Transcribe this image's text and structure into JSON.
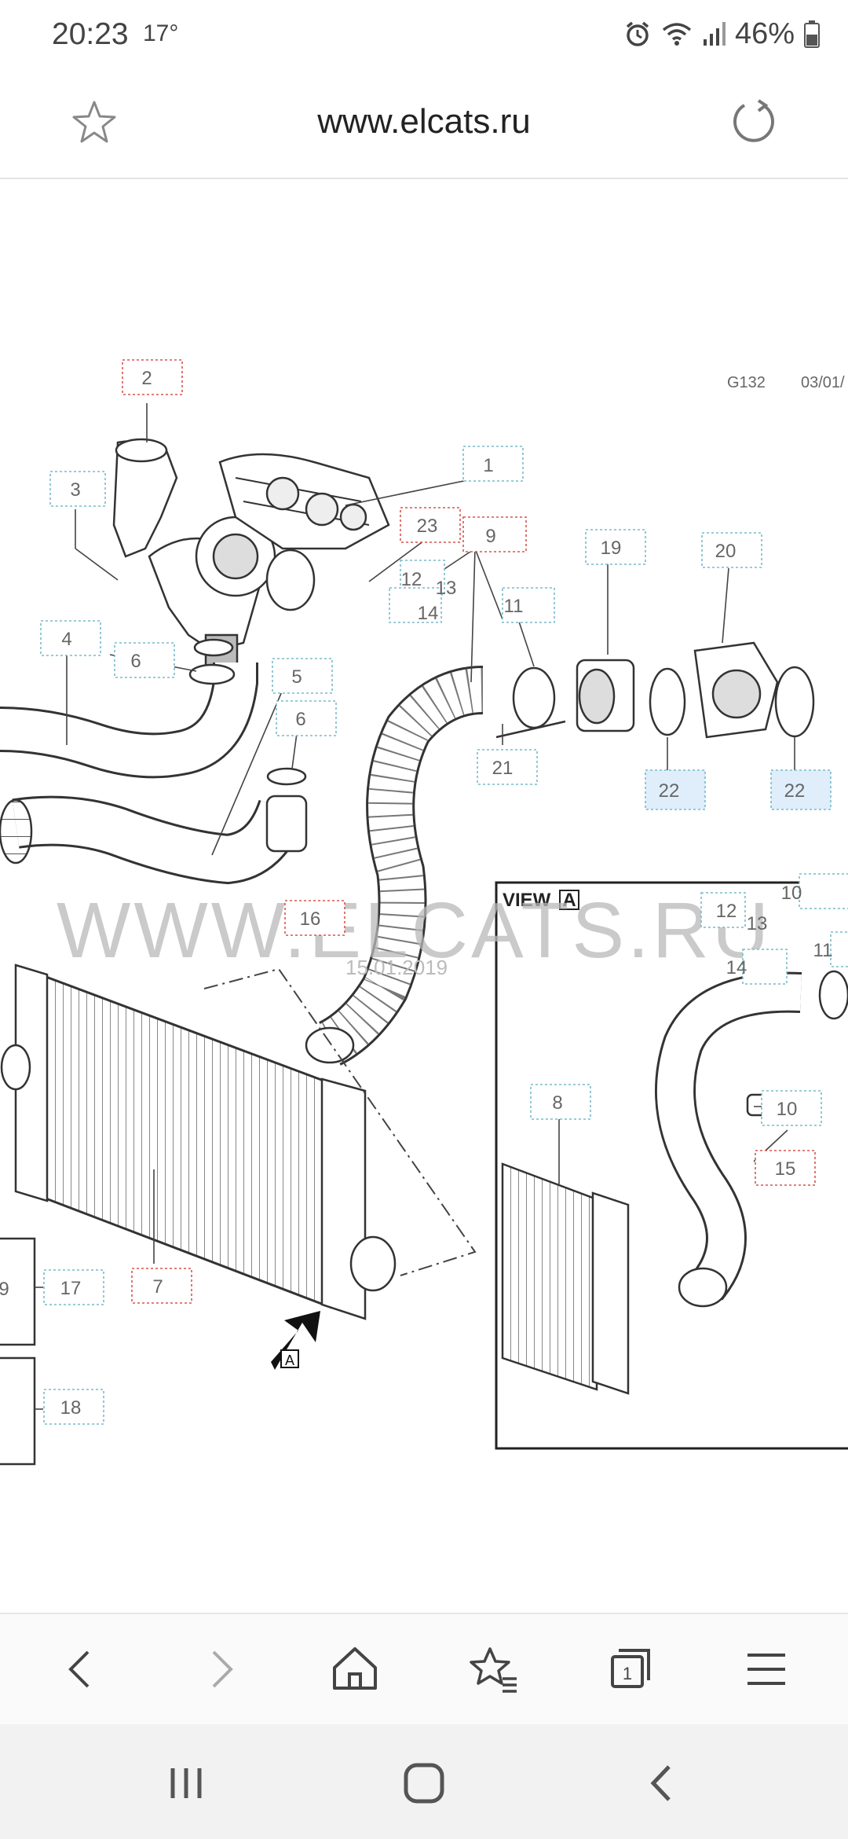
{
  "status_bar": {
    "time": "20:23",
    "temperature": "17°",
    "battery": "46%",
    "icons": [
      "alarm-icon",
      "wifi-icon",
      "signal-icon",
      "battery-icon"
    ]
  },
  "browser": {
    "url": "www.elcats.ru",
    "icons": [
      "star-icon",
      "reload-icon"
    ]
  },
  "diagram": {
    "code": "G132",
    "date_code": "03/01/",
    "watermark": "WWW.ELCATS.RU",
    "watermark_date": "15.01.2019",
    "view_title": "VIEW",
    "view_letter": "A",
    "arrow_letter": "A",
    "callouts": {
      "c1": "1",
      "c2": "2",
      "c3": "3",
      "c4": "4",
      "c5": "5",
      "c6a": "6",
      "c6b": "6",
      "c7": "7",
      "c8": "8",
      "c9": "9",
      "c10a": "10",
      "c10b": "10",
      "c11a": "11",
      "c11b": "11",
      "c12a": "12",
      "c12b": "12",
      "c13a": "13",
      "c13b": "13",
      "c14a": "14",
      "c14b": "14",
      "c15": "15",
      "c16": "16",
      "c17": "17",
      "c18": "18",
      "c19": "19",
      "c20": "20",
      "c21": "21",
      "c22a": "22",
      "c22b": "22",
      "c23": "23",
      "c9edge": "9"
    }
  },
  "toolbar": {
    "icons": [
      "back-icon",
      "forward-icon",
      "home-icon",
      "bookmarks-icon",
      "tabs-icon",
      "menu-icon"
    ],
    "tabs_count": "1"
  },
  "navbar": {
    "icons": [
      "recents-icon",
      "home-circle-icon",
      "back-nav-icon"
    ]
  }
}
